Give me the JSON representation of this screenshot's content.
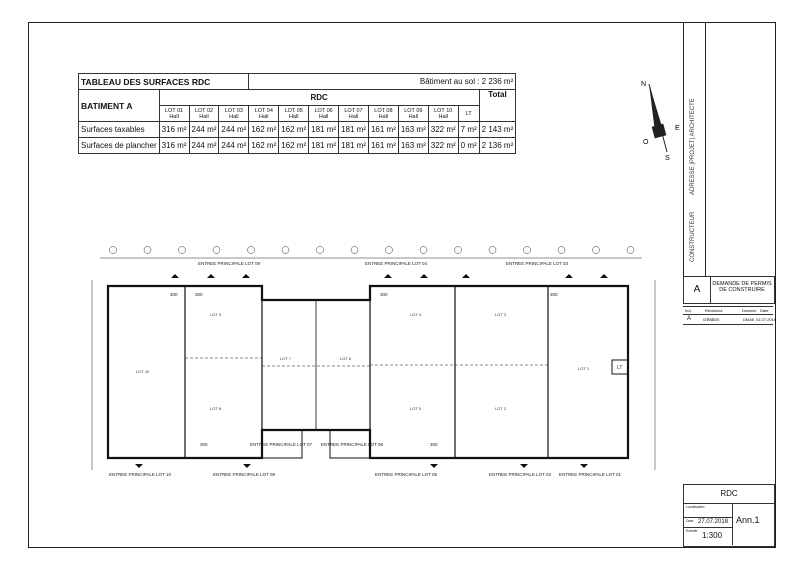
{
  "table": {
    "title": "TABLEAU DES SURFACES RDC",
    "batiment_au_sol": "Bâtiment au sol :  2 236 m²",
    "batiment": "BATIMENT A",
    "rdc": "RDC",
    "total": "Total",
    "lots": [
      {
        "code": "LOT 01",
        "type": "Hall"
      },
      {
        "code": "LOT 02",
        "type": "Hall"
      },
      {
        "code": "LOT 03",
        "type": "Hall"
      },
      {
        "code": "LOT 04",
        "type": "Hall"
      },
      {
        "code": "LOT 05",
        "type": "Hall"
      },
      {
        "code": "LOT 06",
        "type": "Hall"
      },
      {
        "code": "LOT 07",
        "type": "Hall"
      },
      {
        "code": "LOT 08",
        "type": "Hall"
      },
      {
        "code": "LOT 09",
        "type": "Hall"
      },
      {
        "code": "LOT 10",
        "type": "Hall"
      },
      {
        "code": "LT",
        "type": ""
      }
    ],
    "rows": [
      {
        "label": "Surfaces taxables",
        "values": [
          "316 m²",
          "244 m²",
          "244 m²",
          "162 m²",
          "162 m²",
          "181 m²",
          "181 m²",
          "161 m²",
          "163 m²",
          "322 m²",
          "7 m²"
        ],
        "total": "2 143 m²"
      },
      {
        "label": "Surfaces de plancher",
        "values": [
          "316 m²",
          "244 m²",
          "244 m²",
          "162 m²",
          "162 m²",
          "181 m²",
          "181 m²",
          "161 m²",
          "163 m²",
          "322 m²",
          "0 m²"
        ],
        "total": "2 136 m²"
      }
    ]
  },
  "compass": {
    "n": "N",
    "e": "E",
    "s": "S",
    "o": "O"
  },
  "side": {
    "architecte": "ADRESSE |PROJET| ARCHITECTE",
    "constructeur": "CONSTRUCTEUR"
  },
  "title_block": {
    "index": "A",
    "demande": "DEMANDE DE PERMIS DE CONSTRUIRE",
    "col_ind": "Ind.",
    "col_rev": "Révisions",
    "col_dessine": "Dessiné",
    "col_date": "Date",
    "rev_ind": "A",
    "rev_text": "création",
    "rev_by": "DMAE",
    "rev_date": "01.07.2018",
    "level": "RDC",
    "loc_label": "Localisation",
    "date_label": "Date",
    "date": "27.07.2018",
    "scale_label": "Echelle",
    "scale": "1:300",
    "sheet": "Ann.1"
  },
  "plan": {
    "entrances_top": [
      "ENTREE PRINCIPALE LOT 09",
      "ENTREE PRINCIPALE LOT 04",
      "ENTREE PRINCIPALE LOT 03"
    ],
    "entrances_bottom": [
      "ENTREE PRINCIPALE LOT 10",
      "ENTREE PRINCIPALE LOT 08",
      "ENTREE PRINCIPALE LOT 07",
      "ENTREE PRINCIPALE LOT 06",
      "ENTREE PRINCIPALE LOT 05",
      "ENTREE PRINCIPALE LOT 02",
      "ENTREE PRINCIPALE LOT 01"
    ],
    "rooms": [
      "LOT 10",
      "LOT 9",
      "LOT 8",
      "LOT 7",
      "LOT 6",
      "LOT 5",
      "LOT 4",
      "LOT 3",
      "LOT 2",
      "LOT 1"
    ],
    "lt": "LT",
    "dims": [
      "300",
      "300",
      "300",
      "300",
      "300",
      "300"
    ]
  }
}
